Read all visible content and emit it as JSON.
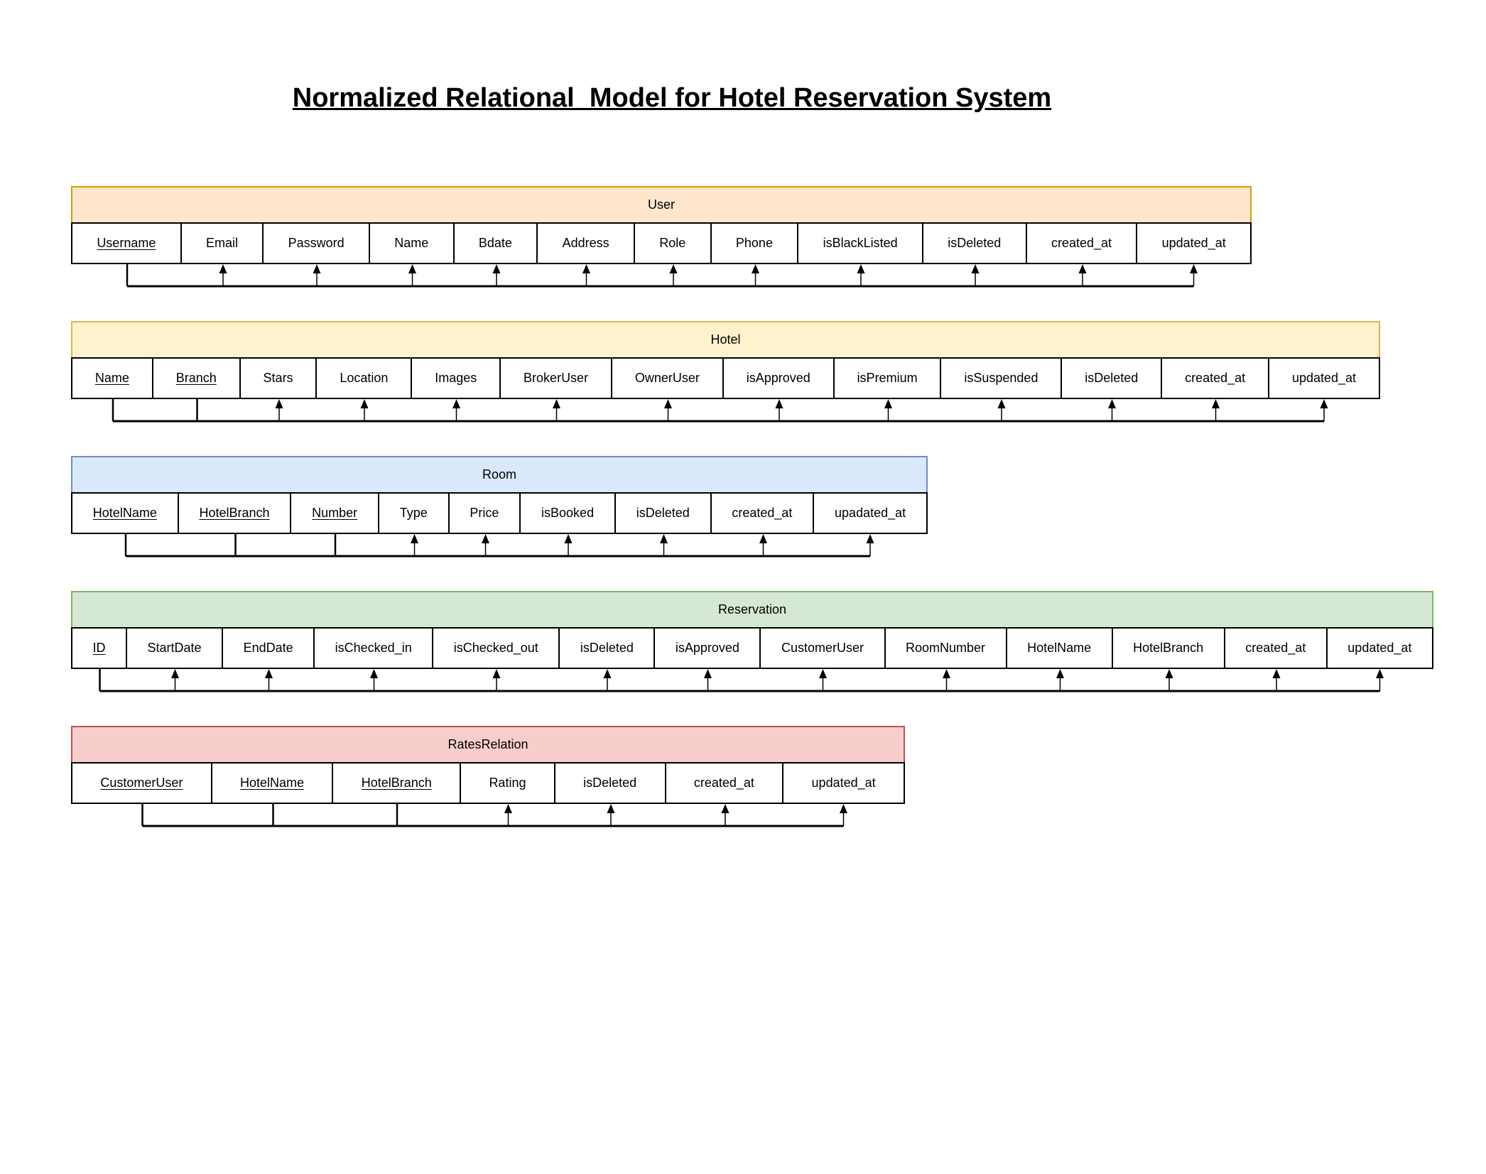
{
  "title": "Normalized Relational  Model for Hotel Reservation System",
  "arrow_color": "#000000",
  "tables": [
    {
      "name": "User",
      "header_fill": "#FFE6CC",
      "header_stroke": "#D79B00",
      "columns": [
        {
          "label": "Username",
          "is_key": true
        },
        {
          "label": "Email",
          "is_key": false
        },
        {
          "label": "Password",
          "is_key": false
        },
        {
          "label": "Name",
          "is_key": false
        },
        {
          "label": "Bdate",
          "is_key": false
        },
        {
          "label": "Address",
          "is_key": false
        },
        {
          "label": "Role",
          "is_key": false
        },
        {
          "label": "Phone",
          "is_key": false
        },
        {
          "label": "isBlackListed",
          "is_key": false
        },
        {
          "label": "isDeleted",
          "is_key": false
        },
        {
          "label": "created_at",
          "is_key": false
        },
        {
          "label": "updated_at",
          "is_key": false
        }
      ]
    },
    {
      "name": "Hotel",
      "header_fill": "#FFF2CC",
      "header_stroke": "#D6B656",
      "columns": [
        {
          "label": "Name",
          "is_key": true
        },
        {
          "label": "Branch",
          "is_key": true
        },
        {
          "label": "Stars",
          "is_key": false
        },
        {
          "label": "Location",
          "is_key": false
        },
        {
          "label": "Images",
          "is_key": false
        },
        {
          "label": "BrokerUser",
          "is_key": false
        },
        {
          "label": "OwnerUser",
          "is_key": false
        },
        {
          "label": "isApproved",
          "is_key": false
        },
        {
          "label": "isPremium",
          "is_key": false
        },
        {
          "label": "isSuspended",
          "is_key": false
        },
        {
          "label": "isDeleted",
          "is_key": false
        },
        {
          "label": "created_at",
          "is_key": false
        },
        {
          "label": "updated_at",
          "is_key": false
        }
      ]
    },
    {
      "name": "Room",
      "header_fill": "#DAE8FC",
      "header_stroke": "#6C8EBF",
      "columns": [
        {
          "label": "HotelName",
          "is_key": true
        },
        {
          "label": "HotelBranch",
          "is_key": true
        },
        {
          "label": "Number",
          "is_key": true
        },
        {
          "label": "Type",
          "is_key": false
        },
        {
          "label": "Price",
          "is_key": false
        },
        {
          "label": "isBooked",
          "is_key": false
        },
        {
          "label": "isDeleted",
          "is_key": false
        },
        {
          "label": "created_at",
          "is_key": false
        },
        {
          "label": "upadated_at",
          "is_key": false
        }
      ]
    },
    {
      "name": "Reservation",
      "header_fill": "#D5E8D4",
      "header_stroke": "#82B366",
      "columns": [
        {
          "label": "ID",
          "is_key": true
        },
        {
          "label": "StartDate",
          "is_key": false
        },
        {
          "label": "EndDate",
          "is_key": false
        },
        {
          "label": "isChecked_in",
          "is_key": false
        },
        {
          "label": "isChecked_out",
          "is_key": false
        },
        {
          "label": "isDeleted",
          "is_key": false
        },
        {
          "label": "isApproved",
          "is_key": false
        },
        {
          "label": "CustomerUser",
          "is_key": false
        },
        {
          "label": "RoomNumber",
          "is_key": false
        },
        {
          "label": "HotelName",
          "is_key": false
        },
        {
          "label": "HotelBranch",
          "is_key": false
        },
        {
          "label": "created_at",
          "is_key": false
        },
        {
          "label": "updated_at",
          "is_key": false
        }
      ]
    },
    {
      "name": "RatesRelation",
      "header_fill": "#F8CECC",
      "header_stroke": "#B85450",
      "columns": [
        {
          "label": "CustomerUser",
          "is_key": true
        },
        {
          "label": "HotelName",
          "is_key": true
        },
        {
          "label": "HotelBranch",
          "is_key": true
        },
        {
          "label": "Rating",
          "is_key": false
        },
        {
          "label": "isDeleted",
          "is_key": false
        },
        {
          "label": "created_at",
          "is_key": false
        },
        {
          "label": "updated_at",
          "is_key": false
        }
      ]
    }
  ]
}
